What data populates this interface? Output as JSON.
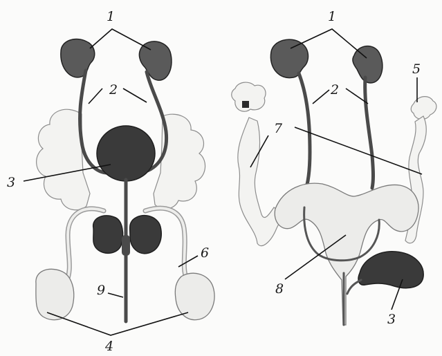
{
  "labels": {
    "left": {
      "kidney": "1",
      "ureter": "2",
      "bladder": "3",
      "testis": "4",
      "vas_deferens": "6",
      "urethra": "9"
    },
    "right": {
      "kidney": "1",
      "ureter": "2",
      "bladder": "3",
      "ovary": "5",
      "oviduct": "7",
      "uterus": "8"
    }
  }
}
